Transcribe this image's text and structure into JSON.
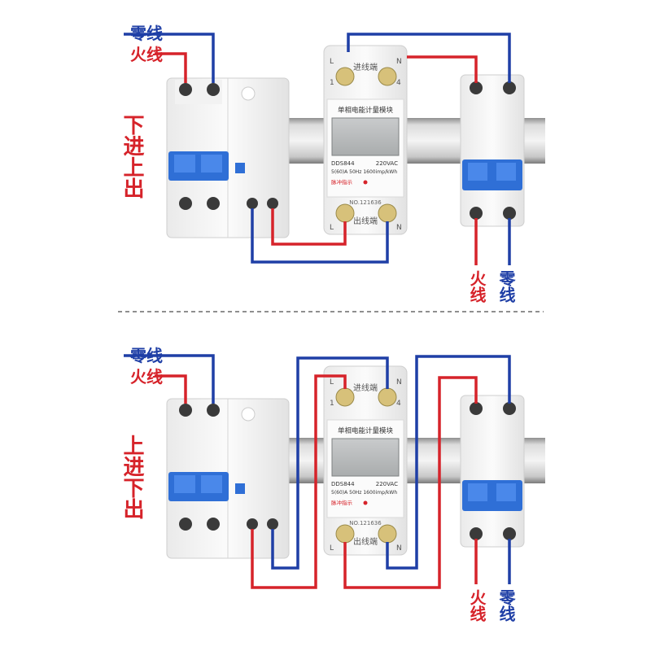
{
  "colors": {
    "neutral": "#1f3fa6",
    "live": "#d6232a",
    "rail": "#b8b8b8",
    "switch": "#2f6fd6"
  },
  "icons": [
    "screw-terminal-icon",
    "circuit-breaker-icon",
    "din-rail-icon",
    "lcd-screen-icon"
  ],
  "panels": [
    {
      "side_label": "下进上出",
      "left_labels": {
        "neutral": "零线",
        "live": "火线"
      },
      "right_labels": {
        "live": "火线",
        "neutral": "零线"
      }
    },
    {
      "side_label": "上进下出",
      "left_labels": {
        "neutral": "零线",
        "live": "火线"
      },
      "right_labels": {
        "live": "火线",
        "neutral": "零线"
      }
    }
  ],
  "meter": {
    "title": "单相电能计量模块",
    "model": "DDS844",
    "voltage": "220VAC",
    "rating": "5(60)A  50Hz  1600imp/kWh",
    "pulse": "脉冲指示",
    "serial": "NO.121636",
    "in_label": "进线端",
    "out_label": "出线端",
    "L": "L",
    "N": "N",
    "t1": "1",
    "t4": "4"
  }
}
